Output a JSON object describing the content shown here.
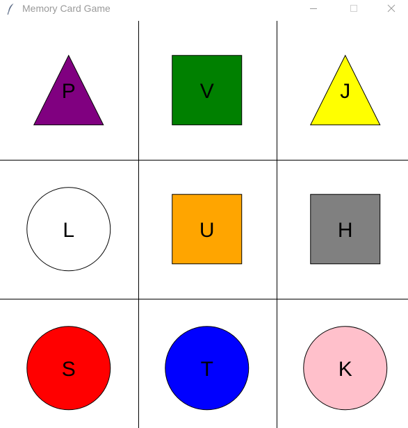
{
  "window": {
    "title": "Memory Card Game",
    "app_icon": "feather-icon",
    "controls": {
      "minimize_icon": "minimize-icon",
      "maximize_icon": "maximize-icon",
      "close_icon": "close-icon"
    }
  },
  "board": {
    "rows": 3,
    "columns": 3,
    "cards": [
      {
        "letter": "P",
        "shape": "triangle",
        "color": "#800080"
      },
      {
        "letter": "V",
        "shape": "square",
        "color": "#008000"
      },
      {
        "letter": "J",
        "shape": "triangle",
        "color": "#ffff00"
      },
      {
        "letter": "L",
        "shape": "circle",
        "color": "#ffffff"
      },
      {
        "letter": "U",
        "shape": "square",
        "color": "#ffa500"
      },
      {
        "letter": "H",
        "shape": "square",
        "color": "#808080"
      },
      {
        "letter": "S",
        "shape": "circle",
        "color": "#ff0000"
      },
      {
        "letter": "T",
        "shape": "circle",
        "color": "#0000ff"
      },
      {
        "letter": "K",
        "shape": "circle",
        "color": "#ffc0cb"
      }
    ]
  }
}
